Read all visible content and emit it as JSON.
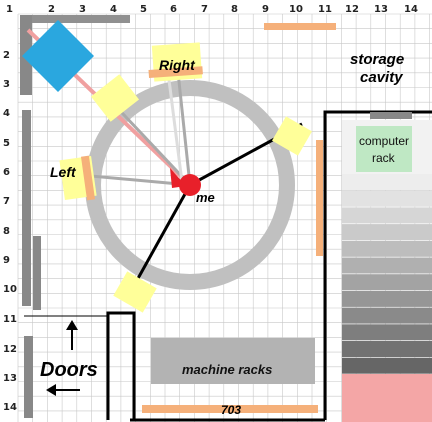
{
  "axes": {
    "top": [
      "1",
      "2",
      "3",
      "4",
      "5",
      "6",
      "7",
      "8",
      "9",
      "10",
      "11",
      "12",
      "13",
      "14"
    ],
    "left": [
      "2",
      "3",
      "4",
      "5",
      "6",
      "7",
      "8",
      "9",
      "10",
      "11",
      "12",
      "13",
      "14"
    ]
  },
  "labels": {
    "storage_line1": "storage",
    "storage_line2": "cavity",
    "computer_line1": "computer",
    "computer_line2": "rack",
    "right": "Right",
    "left": "Left",
    "me": "me",
    "doors": "Doors",
    "machine_racks": "machine racks",
    "dim_703": "703"
  },
  "colors": {
    "grid": "#c8c8c8",
    "ring": "#c8c8c8",
    "yellow_box": "#ffff99",
    "orange_bar": "#f5b07a",
    "wall": "#000000",
    "gray_block": "#888888",
    "computer_rack": "#bfe8c4",
    "pink_block": "#f4a6a6",
    "blue_diamond": "#29a8e0",
    "red_marker": "#e8202a"
  }
}
